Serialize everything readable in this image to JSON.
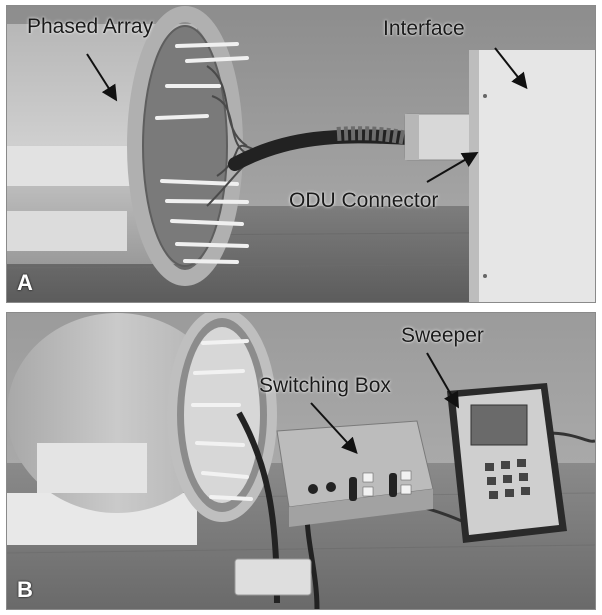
{
  "panel_a": {
    "letter": "A",
    "labels": {
      "phased_array": "Phased Array",
      "interface": "Interface",
      "odu_connector": "ODU Connector"
    }
  },
  "panel_b": {
    "letter": "B",
    "labels": {
      "sweeper": "Sweeper",
      "switching_box": "Switching Box"
    }
  },
  "colors": {
    "photo_background": "#9a9a9a",
    "label_text": "#1a1a1a",
    "panel_letter": "#ffffff"
  }
}
